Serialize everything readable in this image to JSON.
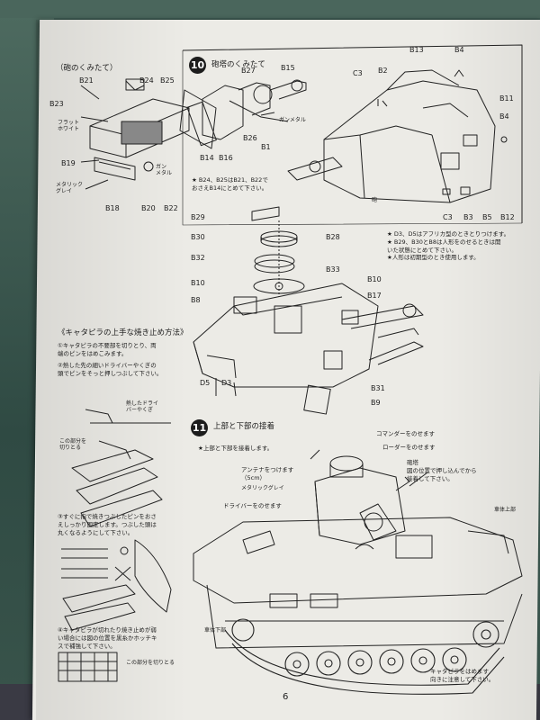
{
  "page_number": "6",
  "gun_assembly": {
    "title": "（砲のくみたて）",
    "labels": {
      "b21": "B21",
      "b24": "B24",
      "b25": "B25",
      "b23": "B23",
      "flat_white": "フラット\nホワイト",
      "b19": "B19",
      "metallic_grey": "メタリック\nグレイ",
      "b18": "B18",
      "b20": "B20",
      "gun_metal": "ガン\nメタル",
      "b22": "B22"
    }
  },
  "step10": {
    "number": "10",
    "title": "砲塔のくみたて",
    "labels": {
      "b27": "B27",
      "b15": "B15",
      "b14": "B14",
      "b16": "B16",
      "b26": "B26",
      "b1": "B1",
      "gun_metal": "ガンメタル",
      "b29": "B29",
      "b30": "B30",
      "b28": "B28",
      "b32": "B32",
      "b33": "B33",
      "b10_left": "B10",
      "b10_right": "B10",
      "b8": "B8",
      "b17": "B17",
      "d5": "D5",
      "d3": "D3",
      "b31": "B31",
      "b9": "B9",
      "c3_top": "C3",
      "b2": "B2",
      "b13": "B13",
      "b4_top": "B4",
      "b11": "B11",
      "b4_right": "B4",
      "c3_bottom": "C3",
      "b3": "B3",
      "b5": "B5",
      "b12": "B12",
      "gun_tag": "砲"
    },
    "note_left": "★ B24、B25はB21、B22で\nおさえB14にとめて下さい。",
    "note_right": "★ D3、D5はアフリカ型のときとりつけます。\n★ B29、B30とB8は人形をのせるときは開\nいた状態にとめて下さい。\n★人形は初期型のとき使用します。"
  },
  "track_tips": {
    "title": "《キャタピラの上手な焼き止め方法》",
    "step1": "①キャタピラの不要部を切りとり、両\n端のピンをはめこみます。",
    "step2": "②熱した先の細いドライバーやくぎの\n頭でピンをそっと押しつぶして下さい。",
    "heated_driver": "熱したドライ\nバーやくぎ",
    "cut_part": "この部分を\n切りとる",
    "step3": "③すぐに指で焼きつぶしたピンをおさ\nえしっかり固定します。つぶした頭は\n丸くなるようにして下さい。",
    "step4": "④キャタピラが切れたり焼き止めが弱\nい場合には図の位置を黒糸かホッチキ\nスで補強して下さい。",
    "cut_part_bottom": "この部分を切りとる"
  },
  "step11": {
    "number": "11",
    "title": "上部と下部の接着",
    "note": "★上部と下部を接着します。",
    "commander": "コマンダーをのせます",
    "loader": "ローダーをのせます",
    "gun_note": "砲塔\n図の位置で押し込んでから\n接着して下さい。",
    "antenna": "アンテナをつけます\n（5cm）",
    "metallic_grey": "メタリックグレイ",
    "driver": "ドライバーをのせます",
    "hull_upper": "車体上部",
    "hull_lower": "車体下部",
    "track_note": "キャタピラをはめます\n向きに注意して下さい。"
  }
}
